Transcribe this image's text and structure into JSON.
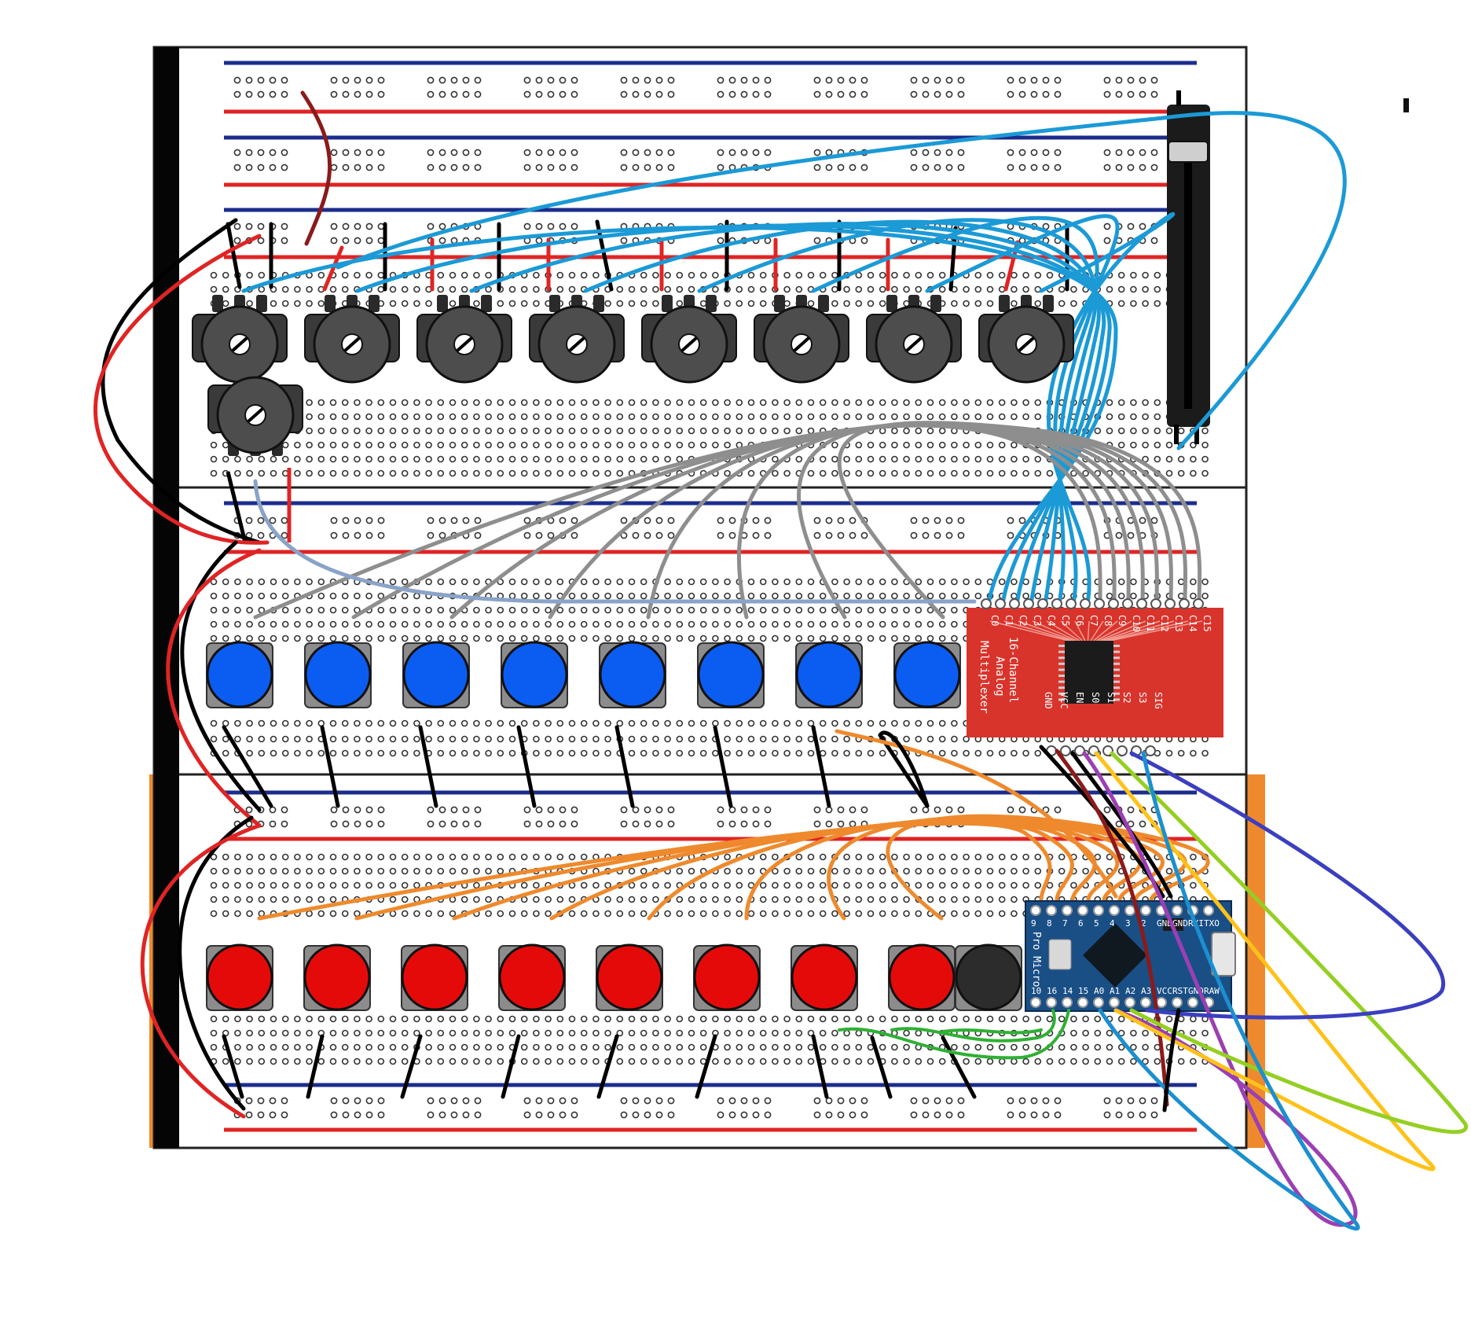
{
  "mux": {
    "channel_labels": [
      "C0",
      "C1",
      "C2",
      "C3",
      "C4",
      "C5",
      "C6",
      "C7",
      "C8",
      "C9",
      "C10",
      "C11",
      "C12",
      "C13",
      "C14",
      "C15"
    ],
    "bottom_labels": [
      "GND",
      "VCC",
      "EN",
      "S0",
      "S1",
      "S2",
      "S3",
      "SIG"
    ],
    "title_line1": "16-Channel",
    "title_line2": "Analog",
    "title_line3": "Multiplexer",
    "color": "#d8342c"
  },
  "pro_micro": {
    "name": "Pro Micro",
    "top_pins": [
      "9",
      "8",
      "7",
      "6",
      "5",
      "4",
      "3",
      "2",
      "GND",
      "GND",
      "RXI",
      "TXO"
    ],
    "bottom_pins": [
      "10",
      "16",
      "14",
      "15",
      "A0",
      "A1",
      "A2",
      "A3",
      "VCC",
      "RST",
      "GND",
      "RAW"
    ],
    "color": "#1a4f86"
  },
  "colors": {
    "rail_blue": "#1c2d8c",
    "rail_red": "#e02424",
    "wire_cyan": "#1b9ad6",
    "wire_gray": "#8e8e8e",
    "wire_orange": "#ee8a2d",
    "button_blue": "#0b5cf0",
    "button_red": "#e50a0a",
    "button_black": "#2c2c2c"
  },
  "counts": {
    "knobs": 9,
    "blue_buttons": 8,
    "red_buttons": 8,
    "black_buttons": 1
  }
}
